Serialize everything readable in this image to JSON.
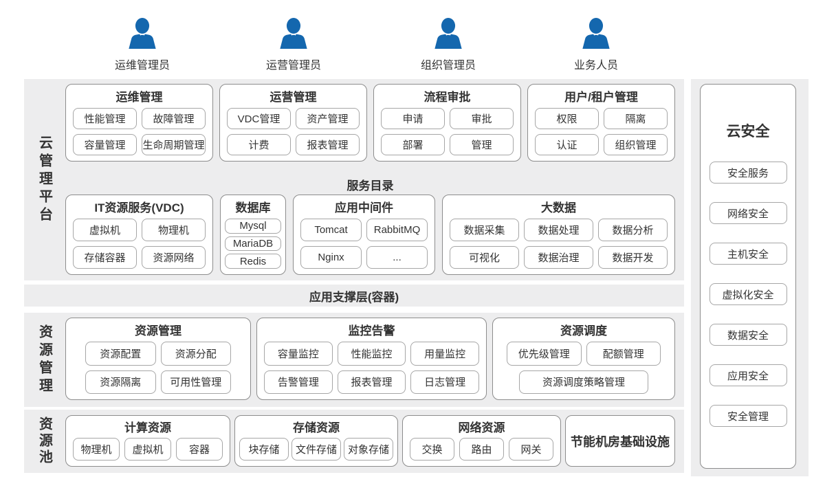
{
  "colors": {
    "accent_blue": "#1467ae",
    "panel_bg": "#ededee",
    "box_border": "#8c8c8c",
    "item_border": "#a6a6a6",
    "text": "#333333"
  },
  "personas": [
    {
      "label": "运维管理员"
    },
    {
      "label": "运营管理员"
    },
    {
      "label": "组织管理员"
    },
    {
      "label": "业务人员"
    }
  ],
  "cloud_platform": {
    "label": "云管理平台",
    "row1": [
      {
        "title": "运维管理",
        "items": [
          "性能管理",
          "故障管理",
          "容量管理",
          "生命周期管理"
        ]
      },
      {
        "title": "运营管理",
        "items": [
          "VDC管理",
          "资产管理",
          "计费",
          "报表管理"
        ]
      },
      {
        "title": "流程审批",
        "items": [
          "申请",
          "审批",
          "部署",
          "管理"
        ]
      },
      {
        "title": "用户/租户管理",
        "items": [
          "权限",
          "隔离",
          "认证",
          "组织管理"
        ]
      }
    ],
    "service_catalog_title": "服务目录",
    "row2": [
      {
        "title": "IT资源服务(VDC)",
        "items": [
          "虚拟机",
          "物理机",
          "存储容器",
          "资源网络"
        ]
      },
      {
        "title": "数据库",
        "items": [
          "Mysql",
          "MariaDB",
          "Redis"
        ]
      },
      {
        "title": "应用中间件",
        "items": [
          "Tomcat",
          "RabbitMQ",
          "Nginx",
          "..."
        ]
      },
      {
        "title": "大数据",
        "items": [
          "数据采集",
          "数据处理",
          "数据分析",
          "可视化",
          "数据治理",
          "数据开发"
        ]
      }
    ]
  },
  "app_layer": {
    "label": "应用支撑层(容器)"
  },
  "resource_mgmt": {
    "label": "资源管理",
    "groups": [
      {
        "title": "资源管理",
        "items": [
          "资源配置",
          "资源分配",
          "资源隔离",
          "可用性管理"
        ]
      },
      {
        "title": "监控告警",
        "items": [
          "容量监控",
          "性能监控",
          "用量监控",
          "告警管理",
          "报表管理",
          "日志管理"
        ]
      },
      {
        "title": "资源调度",
        "items": [
          "优先级管理",
          "配额管理"
        ],
        "wide_item": "资源调度策略管理"
      }
    ]
  },
  "resource_pool": {
    "label": "资源池",
    "groups": [
      {
        "title": "计算资源",
        "items": [
          "物理机",
          "虚拟机",
          "容器"
        ]
      },
      {
        "title": "存储资源",
        "items": [
          "块存储",
          "文件存储",
          "对象存储"
        ]
      },
      {
        "title": "网络资源",
        "items": [
          "交换",
          "路由",
          "网关"
        ]
      }
    ],
    "infra_label": "节能机房基础设施"
  },
  "security": {
    "title": "云安全",
    "items": [
      "安全服务",
      "网络安全",
      "主机安全",
      "虚拟化安全",
      "数据安全",
      "应用安全",
      "安全管理"
    ]
  }
}
